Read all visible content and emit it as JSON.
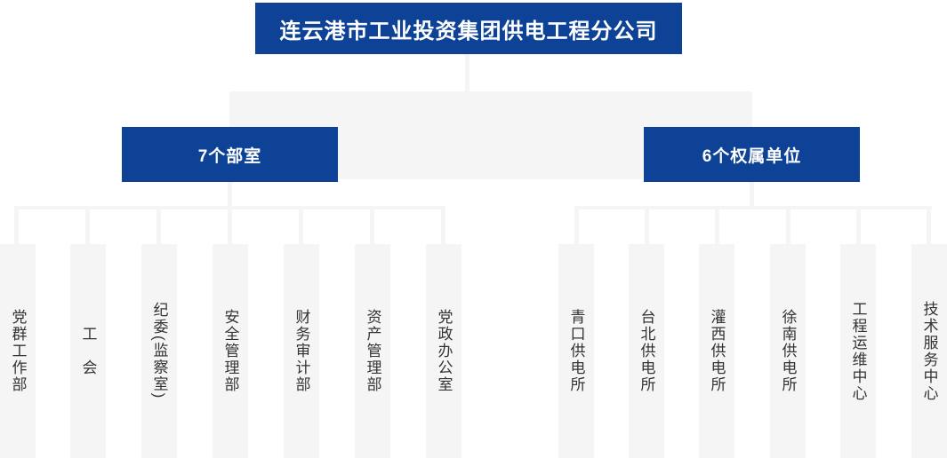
{
  "org": {
    "root": {
      "label": "连云港市工业投资集团供电工程分公司"
    },
    "groups": [
      {
        "label": "7个部室",
        "children": [
          "党群工作部",
          "工　会",
          "纪委(监察室)",
          "安全管理部",
          "财务审计部",
          "资产管理部",
          "党政办公室"
        ]
      },
      {
        "label": "6个权属单位",
        "children": [
          "青口供电所",
          "台北供电所",
          "灌西供电所",
          "徐南供电所",
          "工程运维中心",
          "技术服务中心"
        ]
      }
    ],
    "colors": {
      "node_blue": "#0d4296",
      "connector_gray": "#f5f5f5",
      "node_text": "#ffffff",
      "column_text": "#333333",
      "background": "#ffffff"
    }
  }
}
